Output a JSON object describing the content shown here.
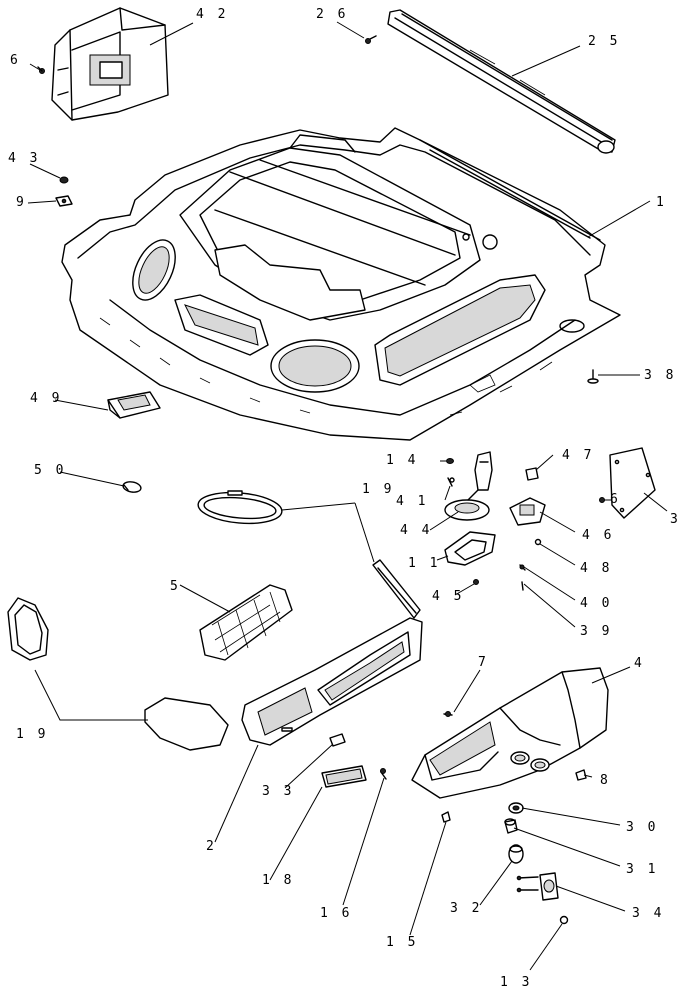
{
  "callouts": [
    {
      "id": "c42",
      "label": "4 2"
    },
    {
      "id": "c26",
      "label": "2 6"
    },
    {
      "id": "c25",
      "label": "2 5"
    },
    {
      "id": "c6a",
      "label": "6"
    },
    {
      "id": "c43",
      "label": "4 3"
    },
    {
      "id": "c9",
      "label": "9"
    },
    {
      "id": "c1",
      "label": "1"
    },
    {
      "id": "c38",
      "label": "3 8"
    },
    {
      "id": "c49",
      "label": "4 9"
    },
    {
      "id": "c50",
      "label": "5 0"
    },
    {
      "id": "c14",
      "label": "1 4"
    },
    {
      "id": "c47",
      "label": "4 7"
    },
    {
      "id": "c19a",
      "label": "1 9"
    },
    {
      "id": "c41",
      "label": "4 1"
    },
    {
      "id": "c6b",
      "label": "6"
    },
    {
      "id": "c3",
      "label": "3"
    },
    {
      "id": "c44",
      "label": "4 4"
    },
    {
      "id": "c46",
      "label": "4 6"
    },
    {
      "id": "c11",
      "label": "1 1"
    },
    {
      "id": "c48",
      "label": "4 8"
    },
    {
      "id": "c45",
      "label": "4 5"
    },
    {
      "id": "c40",
      "label": "4 0"
    },
    {
      "id": "c39",
      "label": "3 9"
    },
    {
      "id": "c5",
      "label": "5"
    },
    {
      "id": "c7",
      "label": "7"
    },
    {
      "id": "c4",
      "label": "4"
    },
    {
      "id": "c19b",
      "label": "1 9"
    },
    {
      "id": "c8",
      "label": "8"
    },
    {
      "id": "c33",
      "label": "3 3"
    },
    {
      "id": "c30",
      "label": "3 0"
    },
    {
      "id": "c2",
      "label": "2"
    },
    {
      "id": "c31",
      "label": "3 1"
    },
    {
      "id": "c18",
      "label": "1 8"
    },
    {
      "id": "c16",
      "label": "1 6"
    },
    {
      "id": "c32",
      "label": "3 2"
    },
    {
      "id": "c34",
      "label": "3 4"
    },
    {
      "id": "c15",
      "label": "1 5"
    },
    {
      "id": "c13",
      "label": "1 3"
    }
  ]
}
